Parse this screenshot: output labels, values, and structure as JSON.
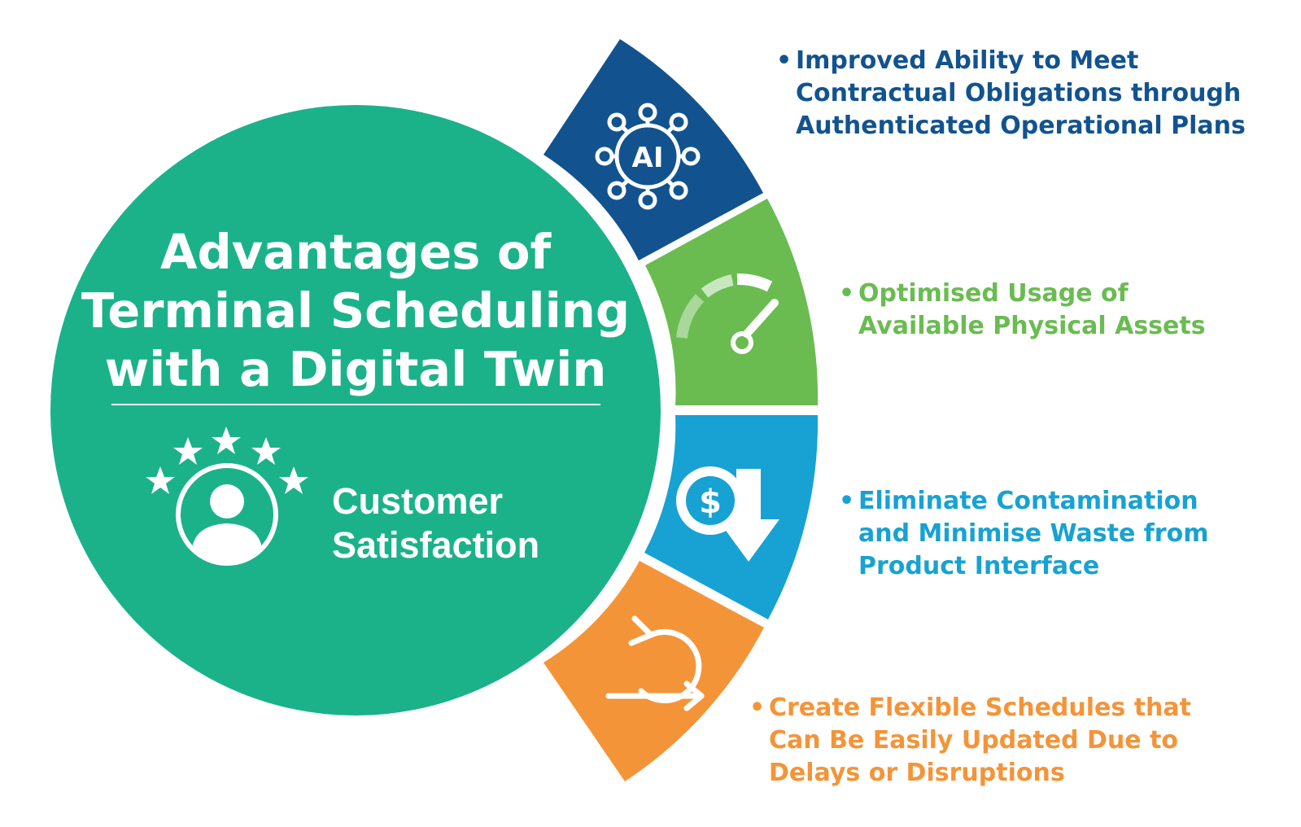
{
  "title": {
    "lines": [
      "Advantages of",
      "Terminal Scheduling",
      "with a Digital Twin"
    ]
  },
  "center": {
    "icon": "customer-rating-stars-icon",
    "label_lines": [
      "Customer",
      "Satisfaction"
    ],
    "fill_color": "#1bb28a"
  },
  "segments": [
    {
      "icon": "ai-network-icon",
      "icon_text": "AI",
      "color": "#12538f",
      "bullet": "•",
      "text_lines": [
        "Improved Ability to Meet",
        "Contractual Obligations through",
        "Authenticated Operational Plans"
      ]
    },
    {
      "icon": "speedometer-gauge-icon",
      "color": "#6abc51",
      "bullet": "•",
      "text_lines": [
        "Optimised Usage of",
        "Available Physical Assets"
      ]
    },
    {
      "icon": "dollar-decrease-icon",
      "icon_text": "$",
      "color": "#17a2d3",
      "bullet": "•",
      "text_lines": [
        "Eliminate Contamination",
        "and Minimise Waste from",
        "Product Interface"
      ]
    },
    {
      "icon": "cycle-arrow-icon",
      "color": "#f49439",
      "bullet": "•",
      "text_lines": [
        "Create Flexible Schedules that",
        "Can Be Easily Updated Due to",
        "Delays or Disruptions"
      ]
    }
  ]
}
